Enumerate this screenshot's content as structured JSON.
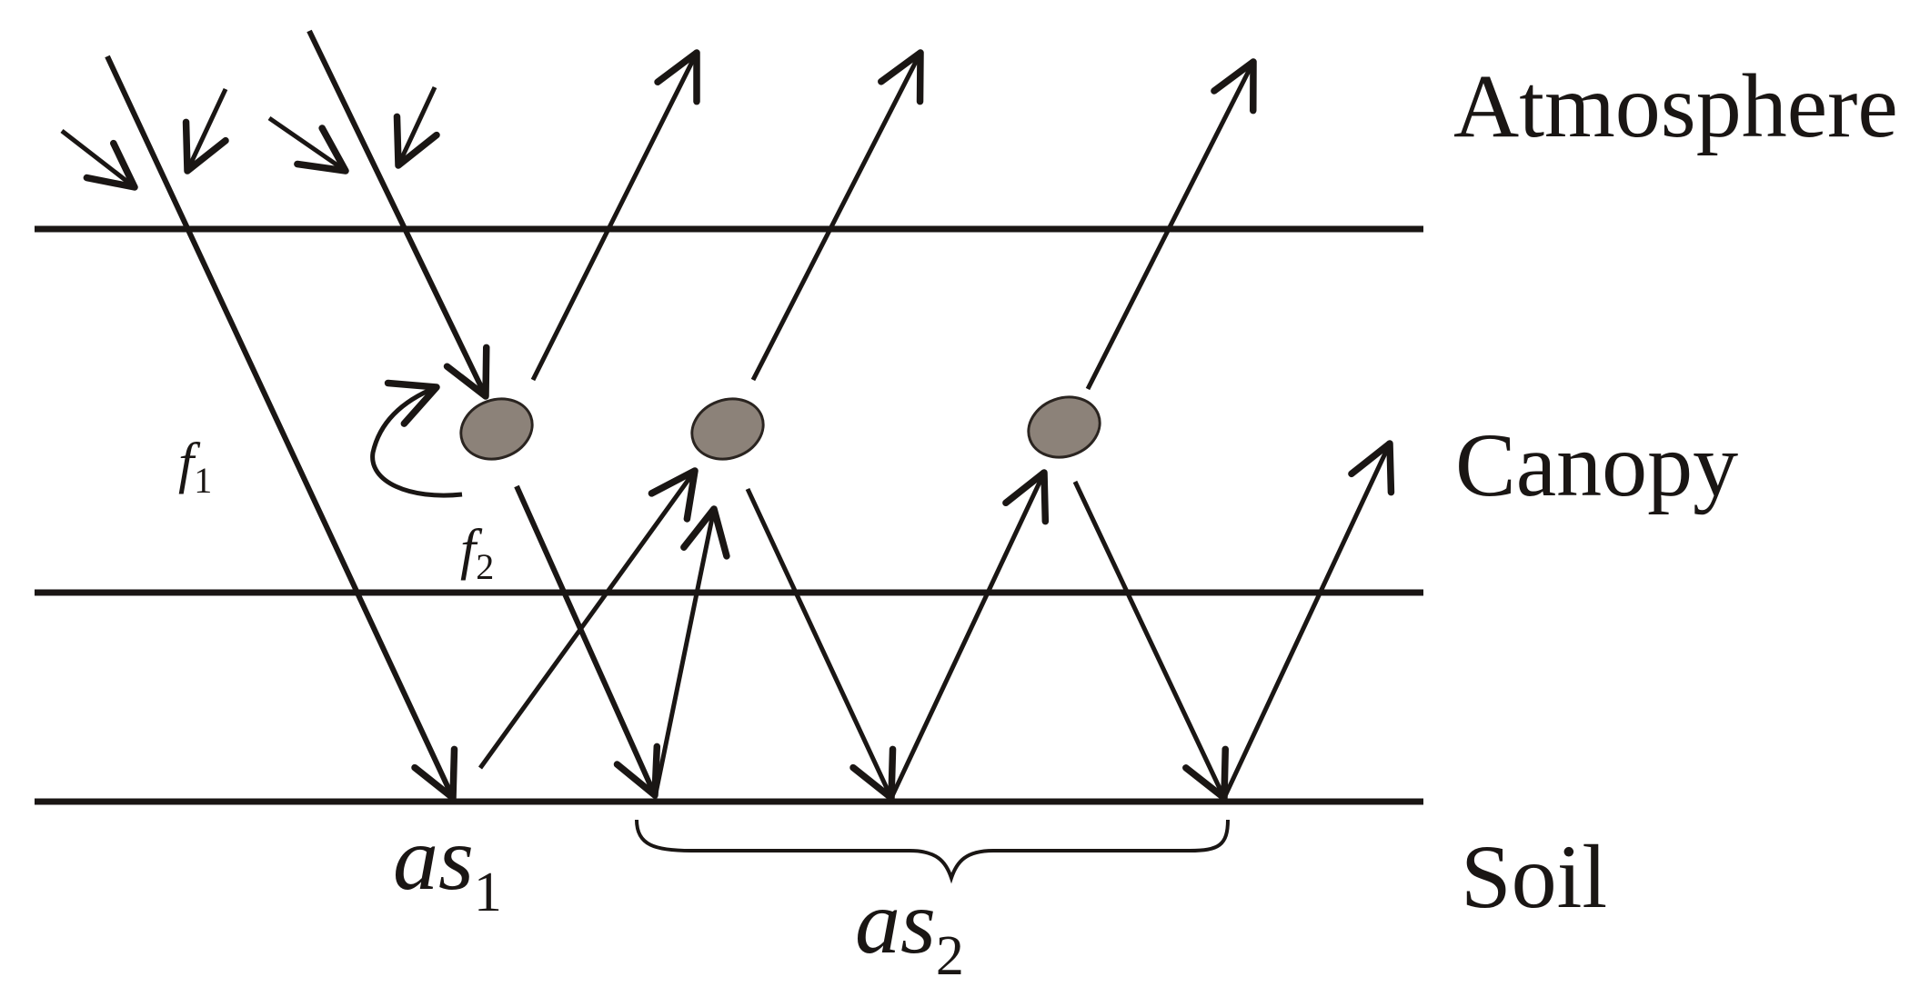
{
  "layers": {
    "atmosphere": "Atmosphere",
    "canopy": "Canopy",
    "soil": "Soil"
  },
  "variables": {
    "f1": {
      "base": "f",
      "sub": "1"
    },
    "f2": {
      "base": "f",
      "sub": "2"
    },
    "as1": {
      "base": "as",
      "sub": "1"
    },
    "as2": {
      "base": "as",
      "sub": "2"
    }
  },
  "colors": {
    "ink": "#1a1614",
    "leaf_fill": "#8c8279",
    "leaf_stroke": "#2a2420"
  }
}
